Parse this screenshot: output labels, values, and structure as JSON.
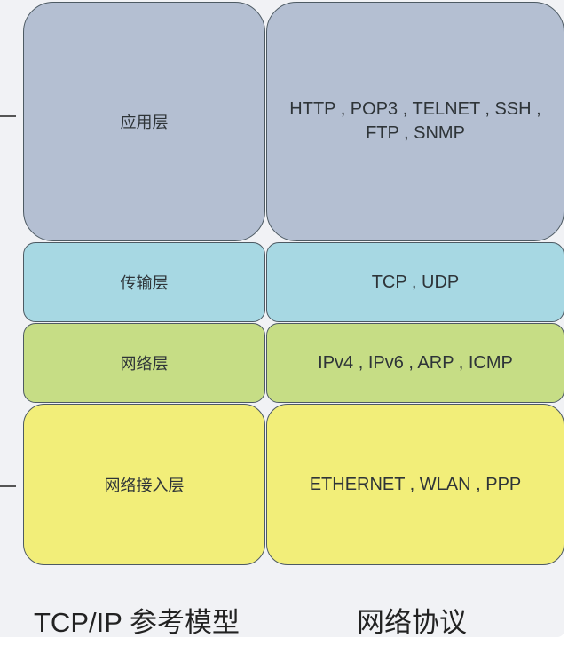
{
  "diagram": {
    "title_left": "TCP/IP 参考模型",
    "title_right": "网络协议",
    "layers": [
      {
        "name": "应用层",
        "protocols": "HTTP , POP3 , TELNET , SSH , FTP , SNMP",
        "color": "#b4bfd2"
      },
      {
        "name": "传输层",
        "protocols": "TCP , UDP",
        "color": "#a7d8e3"
      },
      {
        "name": "网络层",
        "protocols": "IPv4 , IPv6 , ARP , ICMP",
        "color": "#c6dd85"
      },
      {
        "name": "网络接入层",
        "protocols": "ETHERNET , WLAN , PPP",
        "color": "#f2ee79"
      }
    ]
  }
}
